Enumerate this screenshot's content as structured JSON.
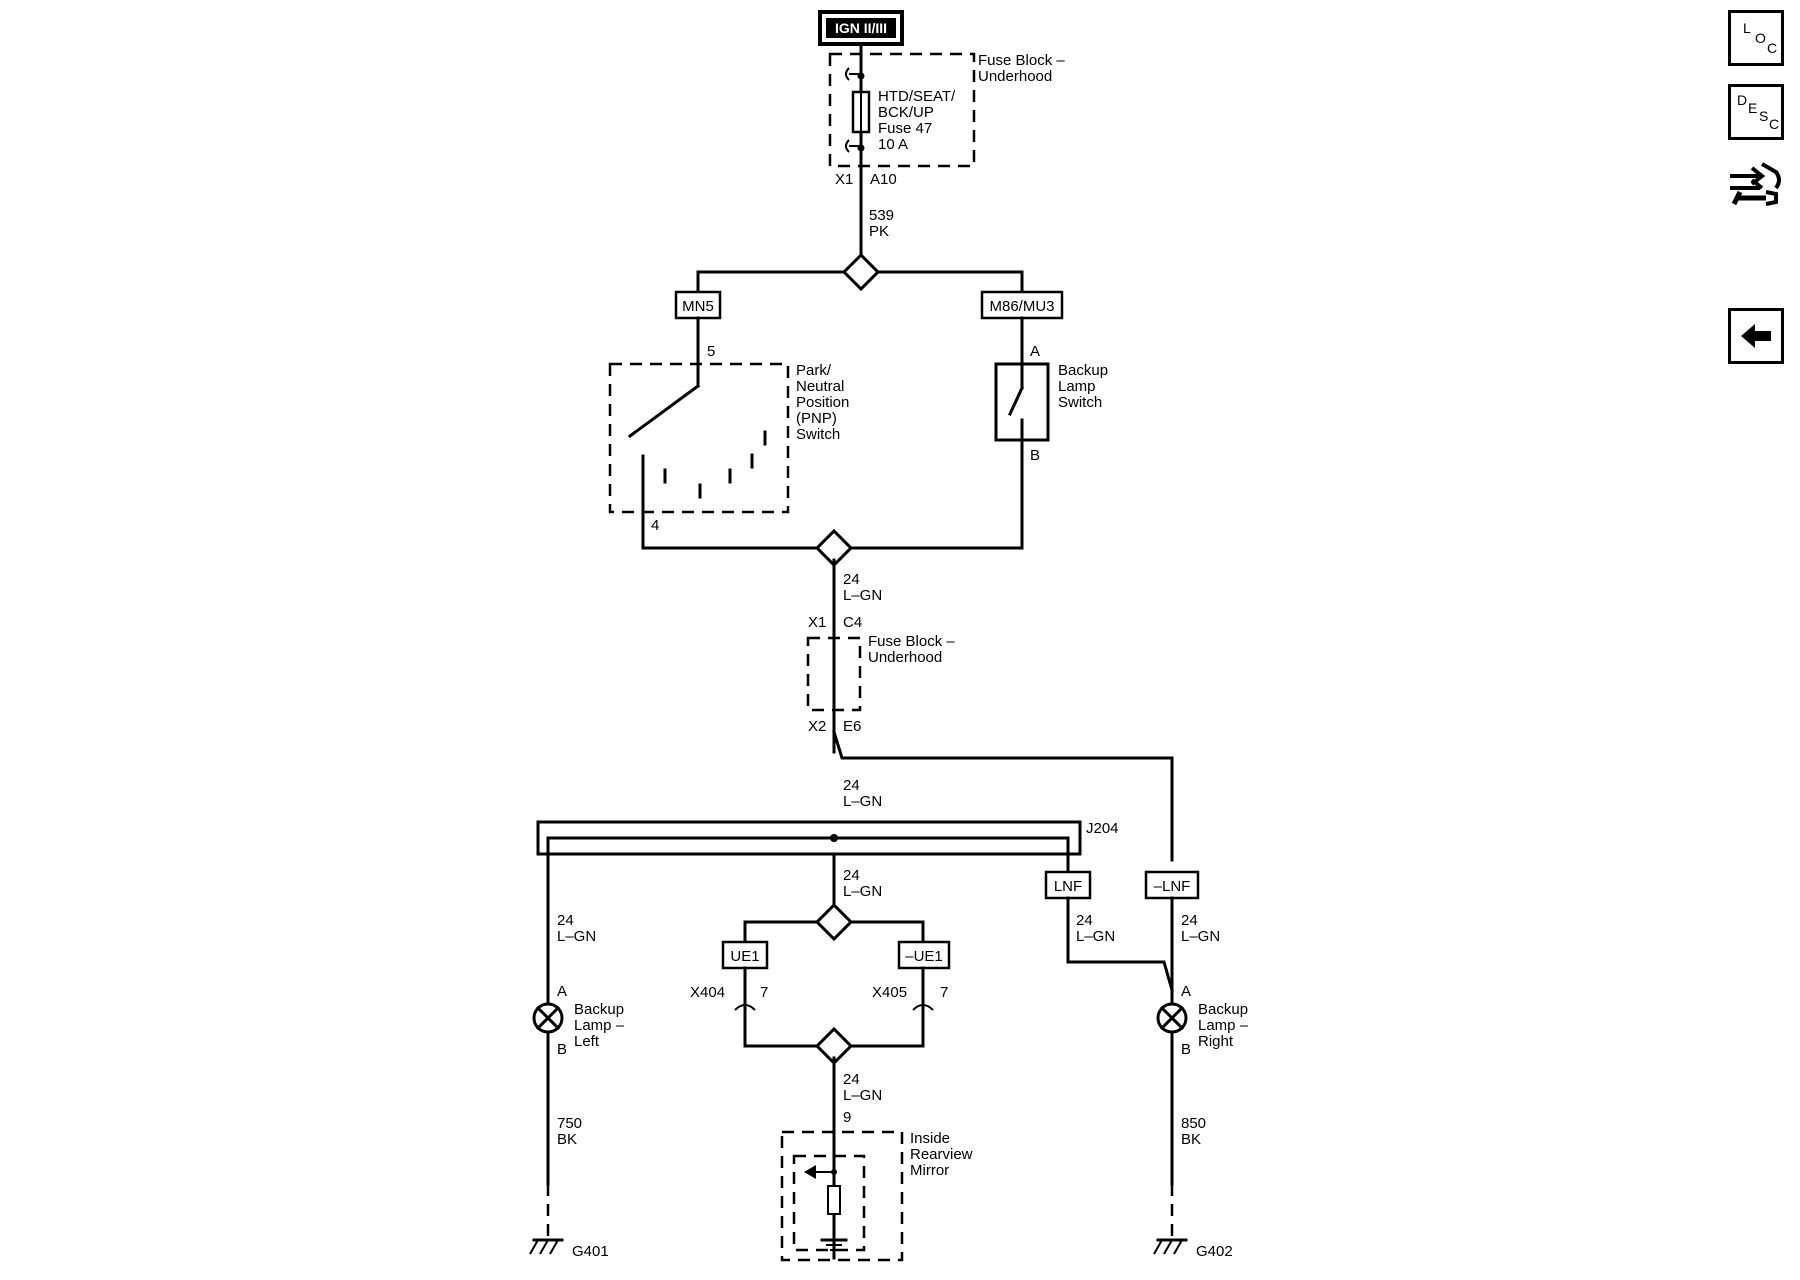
{
  "power": {
    "source": "IGN II/III"
  },
  "fuse_block_top": {
    "label1": "Fuse Block –",
    "label2": "Underhood",
    "fuse_line1": "HTD/SEAT/",
    "fuse_line2": "BCK/UP",
    "fuse_line3": "Fuse 47",
    "fuse_line4": "10 A",
    "conn": "X1",
    "pin": "A10"
  },
  "wire_539": {
    "num": "539",
    "color": "PK"
  },
  "options": {
    "mn5": "MN5",
    "m86": "M86/MU3",
    "lnf": "LNF",
    "nlnf": "–LNF",
    "ue1": "UE1",
    "nue1": "–UE1"
  },
  "pnp_switch": {
    "pin_in": "5",
    "pin_out": "4",
    "l1": "Park/",
    "l2": "Neutral",
    "l3": "Position",
    "l4": "(PNP)",
    "l5": "Switch"
  },
  "backup_switch": {
    "pin_a": "A",
    "pin_b": "B",
    "l1": "Backup",
    "l2": "Lamp",
    "l3": "Switch"
  },
  "wire_24": {
    "num": "24",
    "color": "L–GN"
  },
  "fuse_block_mid": {
    "conn_in": "X1",
    "pin_in": "C4",
    "label1": "Fuse Block –",
    "label2": "Underhood",
    "conn_out": "X2",
    "pin_out": "E6"
  },
  "junction": {
    "name": "J204"
  },
  "lamp_left": {
    "pin_a": "A",
    "pin_b": "B",
    "l1": "Backup",
    "l2": "Lamp –",
    "l3": "Left",
    "wire_num": "750",
    "wire_color": "BK",
    "ground": "G401"
  },
  "lamp_right": {
    "pin_a": "A",
    "pin_b": "B",
    "l1": "Backup",
    "l2": "Lamp –",
    "l3": "Right",
    "wire_num": "850",
    "wire_color": "BK",
    "ground": "G402"
  },
  "conn_x404": {
    "name": "X404",
    "pin": "7"
  },
  "conn_x405": {
    "name": "X405",
    "pin": "7"
  },
  "mirror": {
    "pin": "9",
    "l1": "Inside",
    "l2": "Rearview",
    "l3": "Mirror"
  },
  "nav": {
    "loc": {
      "c1": "L",
      "c2": "O",
      "c3": "C"
    },
    "desc": {
      "c1": "D",
      "c2": "E",
      "c3": "S",
      "c4": "C"
    }
  },
  "icons": {
    "tools": "wrench-tools-icon",
    "back": "back-arrow-icon"
  }
}
